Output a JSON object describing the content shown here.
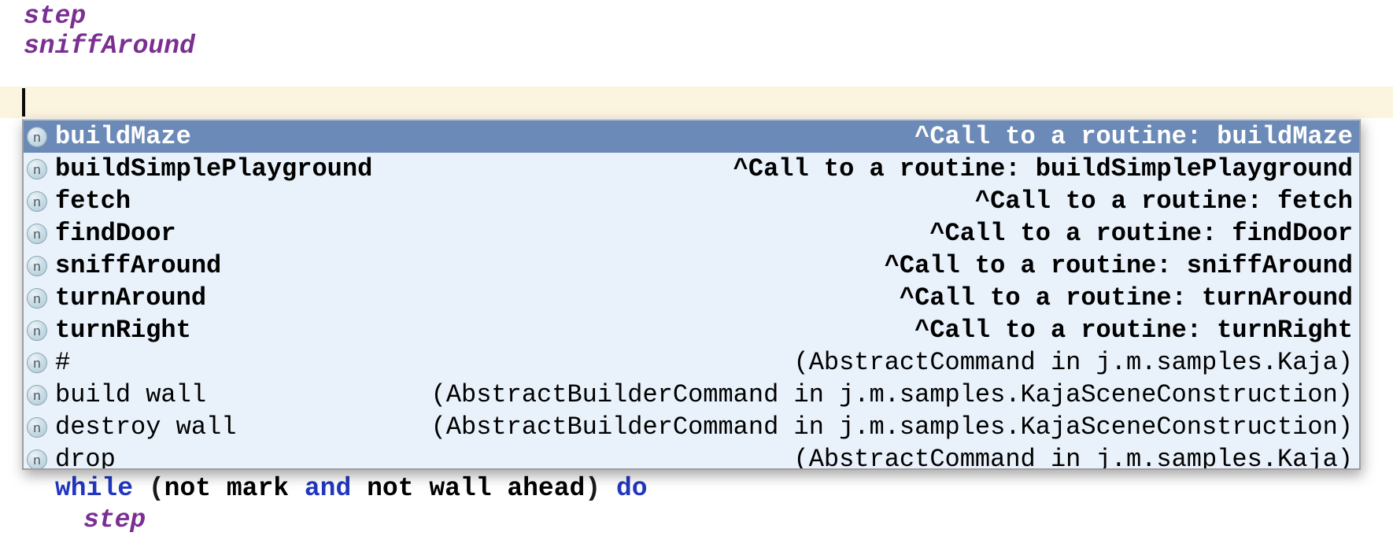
{
  "editor": {
    "above_lines": [
      {
        "text": "step"
      },
      {
        "text": "sniffAround"
      }
    ],
    "current_line": {
      "bg_color": "#fbf4df",
      "has_cursor": true,
      "text": ""
    },
    "while_line_tokens": [
      {
        "t": "while ",
        "c": "kw"
      },
      {
        "t": "(",
        "c": "pn"
      },
      {
        "t": "not mark ",
        "c": "id"
      },
      {
        "t": "and",
        "c": "kw"
      },
      {
        "t": " not wall ahead",
        "c": "id"
      },
      {
        "t": ") ",
        "c": "pn"
      },
      {
        "t": "do",
        "c": "kw"
      }
    ],
    "final_line": {
      "text": "step"
    },
    "keyword_color": "#2137bf",
    "routine_color": "#7b2f92"
  },
  "popup": {
    "bg_color": "#e9f1fa",
    "selected_bg_color": "#6c8ab8",
    "border_color": "#9e9e9e",
    "icon_letter": "n",
    "items": [
      {
        "name": "buildMaze",
        "desc": "^Call to a routine: buildMaze",
        "selected": true,
        "weight": "bold"
      },
      {
        "name": "buildSimplePlayground",
        "desc": "^Call to a routine: buildSimplePlayground",
        "selected": false,
        "weight": "bold"
      },
      {
        "name": "fetch",
        "desc": "^Call to a routine: fetch",
        "selected": false,
        "weight": "bold"
      },
      {
        "name": "findDoor",
        "desc": "^Call to a routine: findDoor",
        "selected": false,
        "weight": "bold"
      },
      {
        "name": "sniffAround",
        "desc": "^Call to a routine: sniffAround",
        "selected": false,
        "weight": "bold"
      },
      {
        "name": "turnAround",
        "desc": "^Call to a routine: turnAround",
        "selected": false,
        "weight": "bold"
      },
      {
        "name": "turnRight",
        "desc": "^Call to a routine: turnRight",
        "selected": false,
        "weight": "bold"
      },
      {
        "name": "#",
        "desc": "(AbstractCommand in j.m.samples.Kaja)",
        "selected": false,
        "weight": "normal"
      },
      {
        "name": "build wall",
        "desc": "(AbstractBuilderCommand in j.m.samples.KajaSceneConstruction)",
        "selected": false,
        "weight": "normal"
      },
      {
        "name": "destroy wall",
        "desc": "(AbstractBuilderCommand in j.m.samples.KajaSceneConstruction)",
        "selected": false,
        "weight": "normal"
      },
      {
        "name": "drop",
        "desc": "(AbstractCommand in j.m.samples.Kaja)",
        "selected": false,
        "weight": "normal"
      }
    ]
  }
}
